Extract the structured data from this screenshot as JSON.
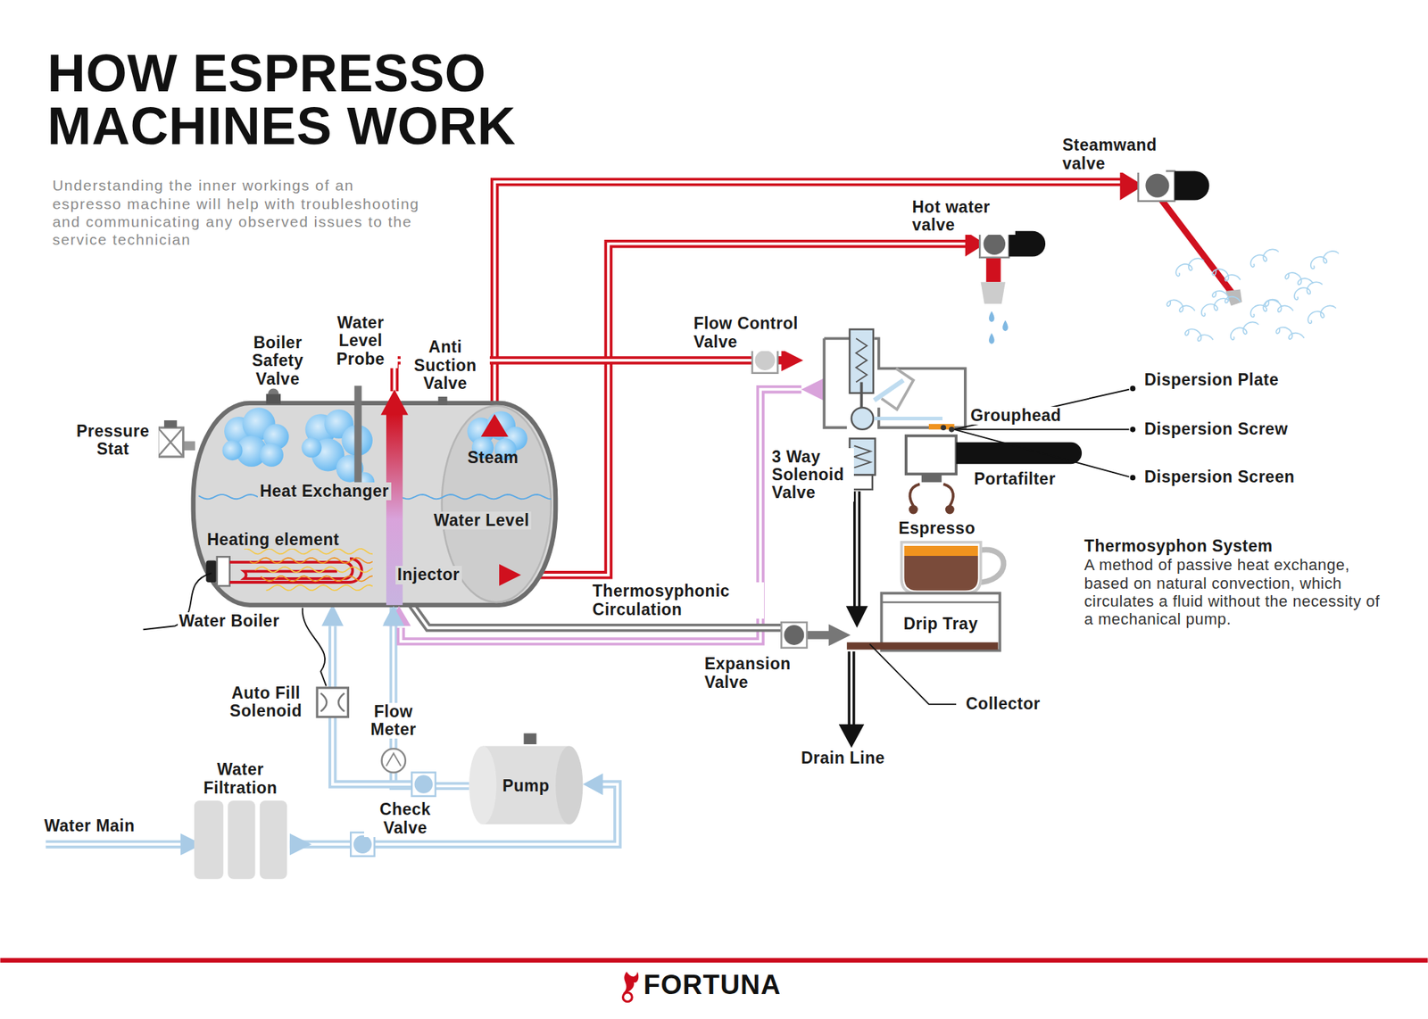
{
  "diagram": {
    "title": "HOW ESPRESSO MACHINES WORK",
    "nodes": [
      {
        "text": [
          "Heat Exchanger",
          "Steam",
          "Water Level",
          "Heating element",
          "Injector"
        ]
      },
      {
        "text": [
          "Pump"
        ]
      },
      {
        "text": [
          "Drip Tray"
        ]
      }
    ],
    "edges": [
      {
        "from": 1,
        "to": 0,
        "arrow": "to"
      }
    ],
    "labels": [
      "Understanding the inner workings of an espresso machine will help with troubleshooting and communicating any observed issues to the service technician",
      "Steamwand valve",
      "Hot water valve",
      "Boiler Safety Valve",
      "Water Level Probe",
      "Anti Suction Valve",
      "Flow Control Valve",
      "Pressure Stat",
      "Grouphead",
      "Dispersion Plate",
      "Dispersion Screw",
      "Dispersion Screen",
      "3 Way Solenoid Valve",
      "Portafilter",
      "Espresso",
      "Thermosyphon System",
      "A method of passive heat exchange, based on natural convection, which circulates a fluid without the necessity of a mechanical pump.",
      "Thermosyphonic Circulation",
      "Water Boiler",
      "Expansion Valve",
      "Collector",
      "Auto Fill Solenoid",
      "Flow Meter",
      "Drain Line",
      "Water Filtration",
      "Check Valve",
      "Water Main",
      "FORTUNA"
    ]
  }
}
